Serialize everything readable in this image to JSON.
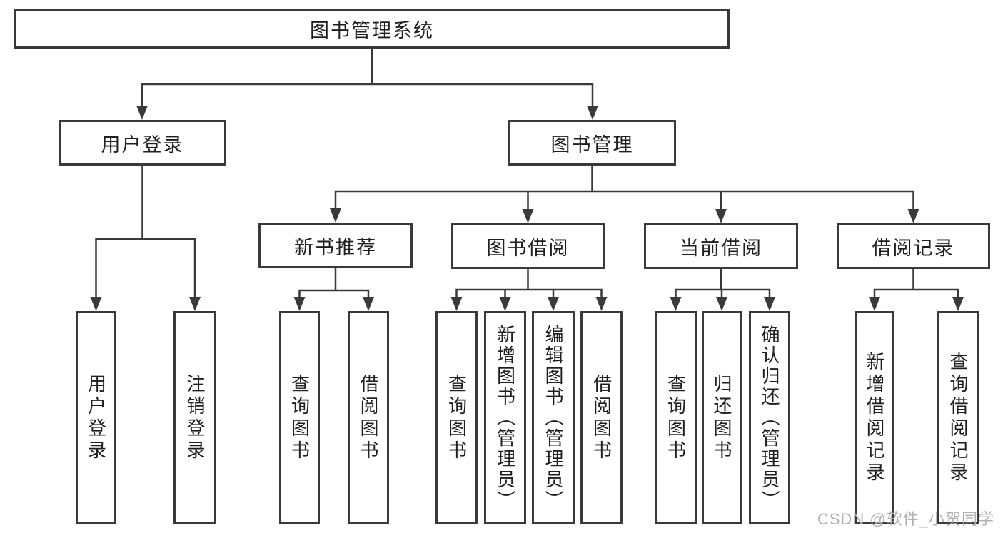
{
  "colors": {
    "line": "#3a3a3a",
    "box_border": "#3a3a3a",
    "text": "#1f1f1f",
    "background": "#ffffff",
    "watermark": "#b3b0b0"
  },
  "watermark": "CSDN @软件_小贺同学",
  "tree": {
    "root": "图书管理系统",
    "branches": [
      {
        "label": "用户登录",
        "leaves": [
          "用户登录",
          "注销登录"
        ]
      },
      {
        "label": "图书管理",
        "sections": [
          {
            "label": "新书推荐",
            "leaves": [
              "查询图书",
              "借阅图书"
            ]
          },
          {
            "label": "图书借阅",
            "leaves": [
              "查询图书",
              "新增图书（管理员）",
              "编辑图书（管理员）",
              "借阅图书"
            ]
          },
          {
            "label": "当前借阅",
            "leaves": [
              "查询图书",
              "归还图书",
              "确认归还（管理员）"
            ]
          },
          {
            "label": "借阅记录",
            "leaves": [
              "新增借阅记录",
              "查询借阅记录"
            ]
          }
        ]
      }
    ]
  }
}
